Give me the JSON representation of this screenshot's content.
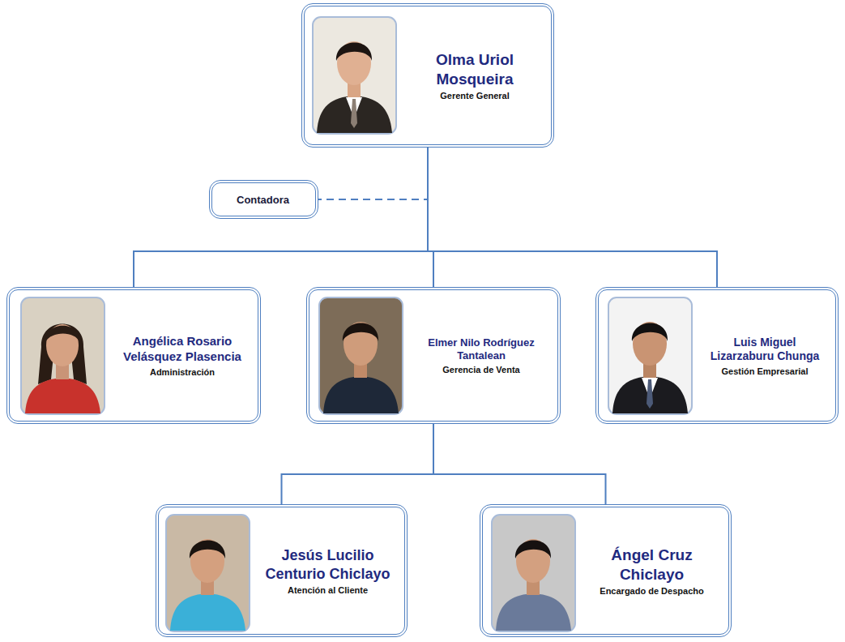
{
  "diagram": {
    "nodes": [
      {
        "text": [
          "Olma Uriol Mosqueira",
          "Gerente General"
        ]
      },
      {
        "text": [
          "Contadora"
        ]
      },
      {
        "text": [
          "Angélica Rosario Velásquez Plasencia",
          "Administración"
        ]
      },
      {
        "text": [
          "Elmer Nilo Rodríguez Tantalean",
          "Gerencia de Venta"
        ]
      },
      {
        "text": [
          "Luis Miguel Lizarzaburu Chunga",
          "Gestión Empresarial"
        ]
      },
      {
        "text": [
          "Jesús Lucilio Centurio Chiclayo",
          "Atención al Cliente"
        ]
      },
      {
        "text": [
          "Ángel Cruz Chiclayo",
          "Encargado de Despacho"
        ]
      }
    ],
    "edges": [
      {
        "from": 0,
        "to": 1,
        "arrow": "none"
      },
      {
        "from": 0,
        "to": 2,
        "arrow": "none"
      },
      {
        "from": 0,
        "to": 3,
        "arrow": "none"
      },
      {
        "from": 0,
        "to": 4,
        "arrow": "none"
      },
      {
        "from": 3,
        "to": 5,
        "arrow": "none"
      },
      {
        "from": 3,
        "to": 6,
        "arrow": "none"
      }
    ]
  }
}
